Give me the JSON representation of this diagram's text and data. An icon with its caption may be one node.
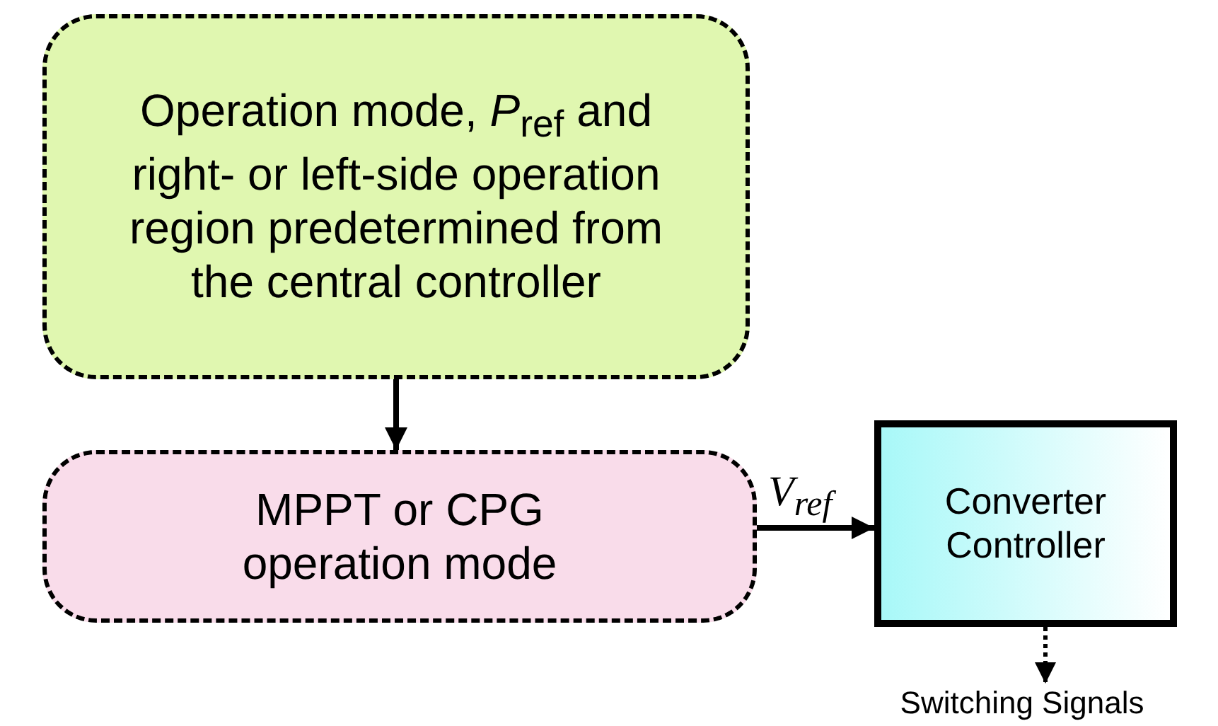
{
  "diagram": {
    "nodes": [
      {
        "text": [
          "Operation mode, *P*$_{ref}$ and right- or left-side operation region predetermined from the central controller"
        ]
      },
      {
        "text": [
          "MPPT or CPG operation mode"
        ]
      },
      {
        "text": [
          "Converter Controller"
        ]
      },
      {
        "text": [
          "Switching Signals"
        ]
      }
    ],
    "edges": [
      {
        "from": 0,
        "to": 1,
        "arrow": "to"
      },
      {
        "from": 1,
        "to": 2,
        "arrow": "to",
        "label": "V$_{ref}$"
      },
      {
        "from": 2,
        "to": 3,
        "arrow": "to",
        "style": "dashed"
      }
    ]
  }
}
